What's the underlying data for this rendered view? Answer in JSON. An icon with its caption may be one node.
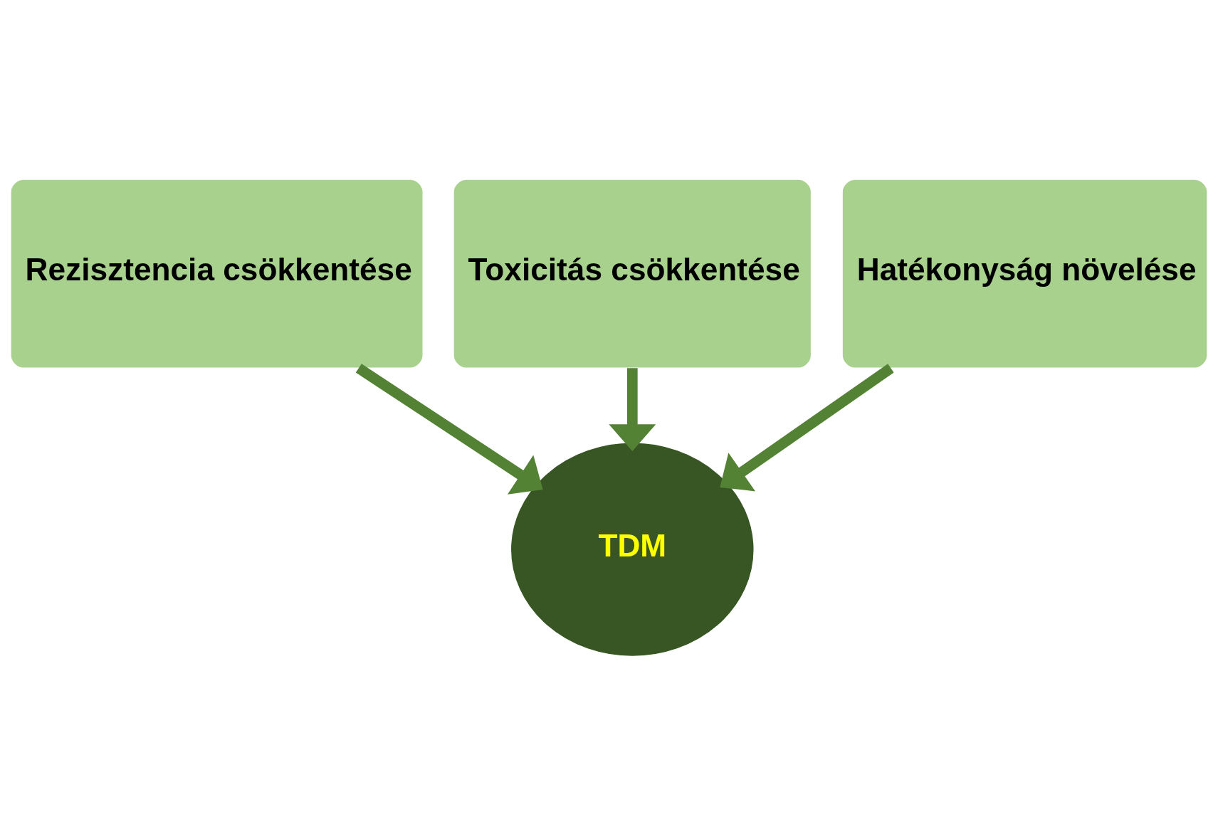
{
  "diagram": {
    "nodes": [
      {
        "text": [
          "Toxicitás csökkentése"
        ]
      },
      {
        "text": [
          "Rezisztencia csökkentése"
        ]
      },
      {
        "text": [
          "Hatékonyság növelése"
        ]
      },
      {
        "text": [
          "TDM"
        ]
      }
    ],
    "edges": [
      {
        "from": 1,
        "to": 3,
        "arrow": "to"
      },
      {
        "from": 0,
        "to": 3,
        "arrow": "to"
      },
      {
        "from": 2,
        "to": 3,
        "arrow": "to"
      }
    ]
  }
}
